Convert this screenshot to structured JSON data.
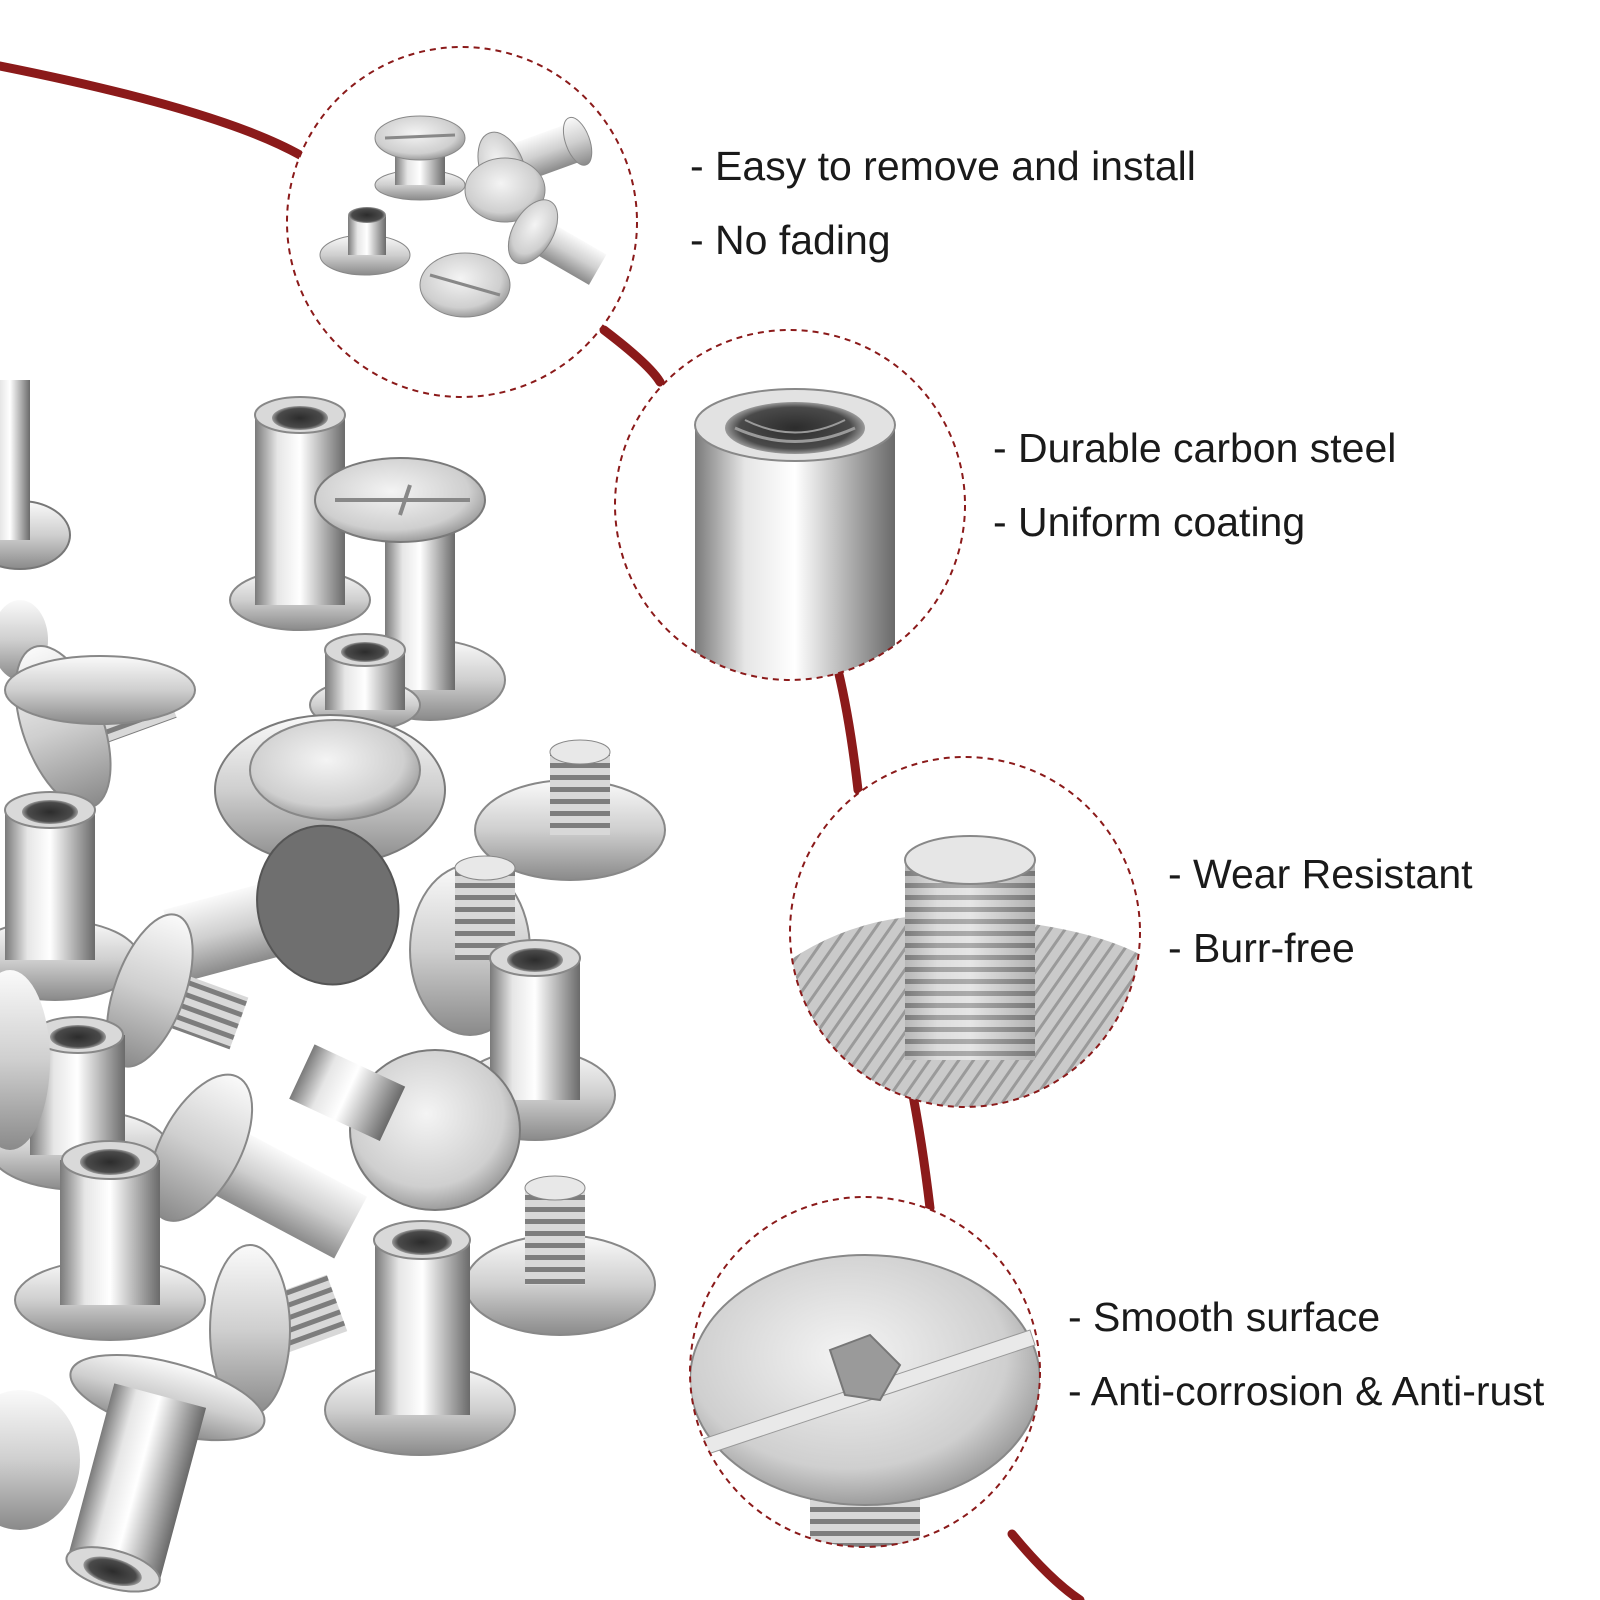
{
  "colors": {
    "accent_curve": "#8b1a1a",
    "circle_dash": "#8b1a1a",
    "metal_light": "#f2f2f2",
    "metal_mid": "#c4c4c4",
    "metal_dark": "#6e6e6e",
    "text": "#1a1a1a"
  },
  "features": [
    {
      "lines": [
        "- Easy to remove and install",
        "- No fading"
      ]
    },
    {
      "lines": [
        "- Durable carbon steel",
        "- Uniform coating"
      ]
    },
    {
      "lines": [
        "- Wear Resistant",
        "- Burr-free"
      ]
    },
    {
      "lines": [
        "- Smooth surface",
        "- Anti-corrosion & Anti-rust"
      ]
    }
  ],
  "images": {
    "main": "pile-of-chicago-screws",
    "detail_1": "assorted-screw-posts-closeup",
    "detail_2": "threaded-barrel-closeup",
    "detail_3": "threaded-post-closeup",
    "detail_4": "slotted-cross-head-closeup"
  }
}
